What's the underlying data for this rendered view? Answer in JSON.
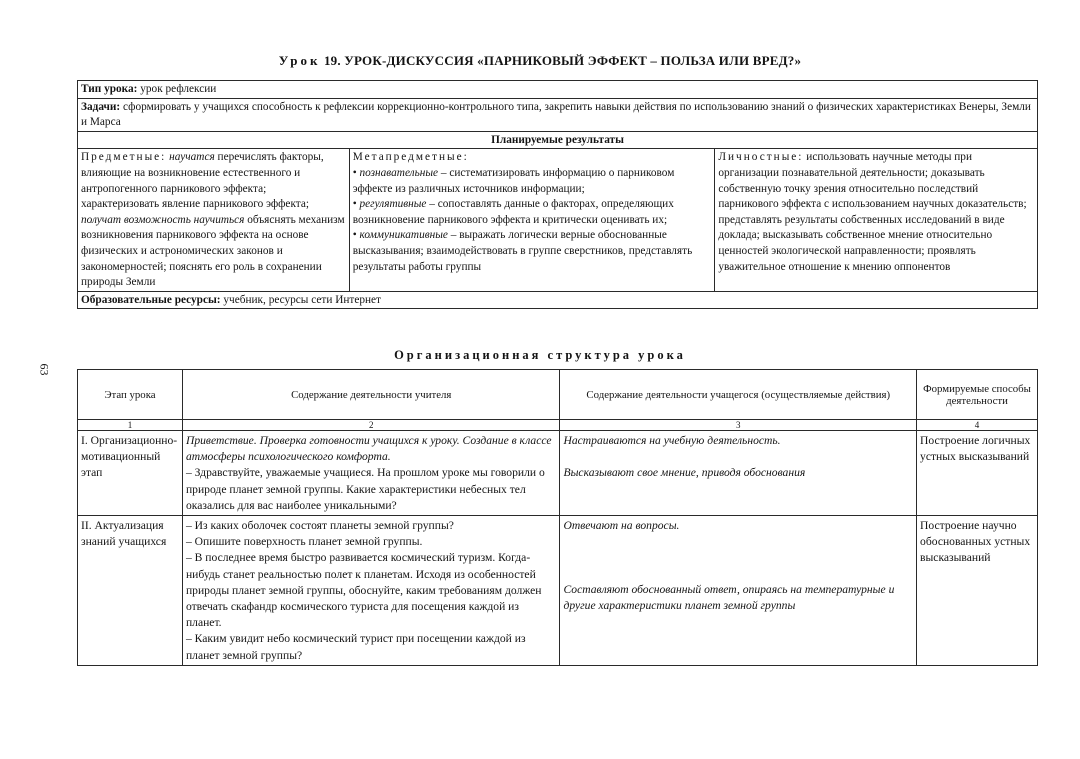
{
  "title": {
    "prefix": "Урок",
    "text": "19. УРОК-ДИСКУССИЯ «ПАРНИКОВЫЙ ЭФФЕКТ – ПОЛЬЗА ИЛИ ВРЕД?»"
  },
  "page_number": "63",
  "info": {
    "type_label": "Тип урока:",
    "type_value": " урок рефлексии",
    "tasks_label": "Задачи:",
    "tasks_value": " сформировать у учащихся способность к рефлексии коррекционно-контрольного типа, закрепить навыки действия по использованию знаний о физических характеристиках Венеры, Земли и Марса",
    "results_heading": "Планируемые результаты",
    "resources_label": "Образовательные ресурсы:",
    "resources_value": " учебник, ресурсы сети Интернет"
  },
  "results": {
    "subject": {
      "label": "Предметные:",
      "i1": "научатся",
      "t1": " перечислять факторы, влияющие на возникновение естественного и антропогенного парникового эффекта; характеризовать явление парникового эффекта; ",
      "i2": "получат возможность научиться",
      "t2": " объяснять механизм возникновения парникового эффекта на основе физических и астрономических законов и закономерностей; пояснять его роль в сохранении природы Земли"
    },
    "meta": {
      "label": "Метапредметные:",
      "b1": "• ",
      "i1": "познавательные",
      "t1": " – систематизировать информацию о парниковом эффекте из различных источников информации;",
      "b2": "• ",
      "i2": "регулятивные",
      "t2": " – сопоставлять данные о факторах, определяющих возникновение парникового эффекта и критически оценивать их;",
      "b3": "• ",
      "i3": "коммуникативные",
      "t3": " – выражать логически верные обоснованные высказывания; взаимодействовать в группе сверстников, представлять результаты работы группы"
    },
    "personal": {
      "label": "Личностные:",
      "t1": " использовать научные методы при организации познавательной деятельности; доказывать собственную точку зрения относительно последствий парникового эффекта с использованием научных доказательств; представлять результаты собственных исследований в виде доклада; высказывать собственное мнение относительно ценностей экологической направленности; проявлять уважительное отношение к мнению оппонентов"
    }
  },
  "structure_title": "Организационная структура урока",
  "structure": {
    "headers": [
      "Этап урока",
      "Содержание деятельности учителя",
      "Содержание деятельности учащегося (осуществляемые действия)",
      "Формируемые способы деятельности"
    ],
    "numbers": [
      "1",
      "2",
      "3",
      "4"
    ],
    "rows": [
      {
        "stage": "I. Организационно-мотивационный этап",
        "teacher_italic": "Приветствие. Проверка готовности учащихся к уроку. Создание в классе атмосферы психологического комфорта.",
        "teacher_text": "– Здравствуйте, уважаемые учащиеся. На прошлом уроке мы говорили о природе планет земной группы. Какие характеристики небесных тел оказались для вас наиболее уникальными?",
        "student_1": "Настраиваются на учебную деятельность.",
        "student_2": "Высказывают свое мнение, приводя обоснования",
        "skills": "Построение логичных устных высказываний"
      },
      {
        "stage": "II. Актуализация знаний учащихся",
        "teacher_text": "– Из каких оболочек состоят планеты земной группы?\n– Опишите поверхность планет земной группы.\n– В последнее время быстро развивается космический туризм. Когда-нибудь станет реальностью полет к планетам. Исходя из особенностей природы планет земной группы, обоснуйте, каким требованиям должен отвечать скафандр космического туриста для посещения каждой из планет.\n– Каким увидит небо космический турист при посещении каждой из планет земной группы?",
        "student_1": "Отвечают на вопросы.",
        "student_2": "Составляют обоснованный ответ, опираясь на температурные и другие характеристики планет земной группы",
        "skills": "Построение научно обоснованных устных высказываний"
      }
    ]
  }
}
